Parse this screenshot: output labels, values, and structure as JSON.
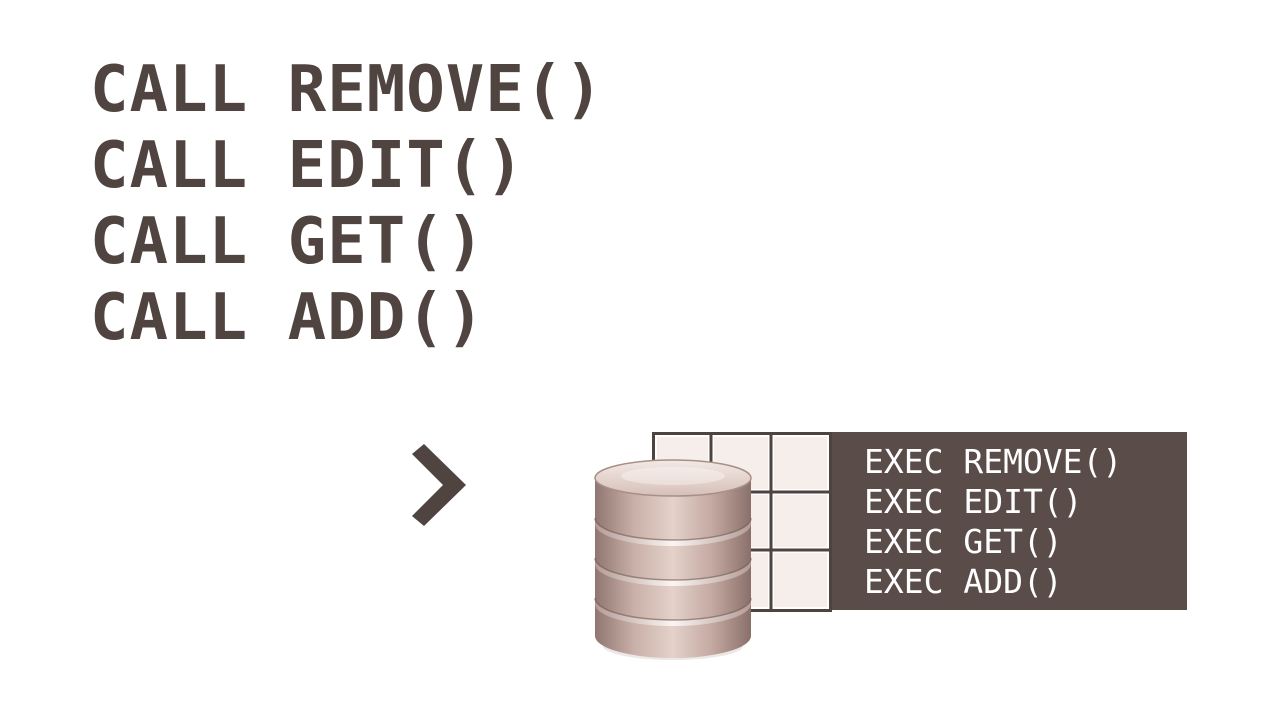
{
  "calls": [
    "CALL REMOVE()",
    "CALL EDIT()",
    "CALL GET()",
    "CALL ADD()"
  ],
  "execs": [
    "EXEC REMOVE()",
    "EXEC EDIT()",
    "EXEC GET()",
    "EXEC ADD()"
  ],
  "icons": {
    "arrow": "chevron-right-icon",
    "database": "database-icon",
    "table": "table-grid-icon"
  },
  "colors": {
    "text": "#4f4440",
    "box_bg": "#5a4d49",
    "box_text": "#ffffff",
    "grid_line": "#4d4340",
    "grid_cell": "#f6eeea",
    "db_body": "#c3a9a1"
  }
}
